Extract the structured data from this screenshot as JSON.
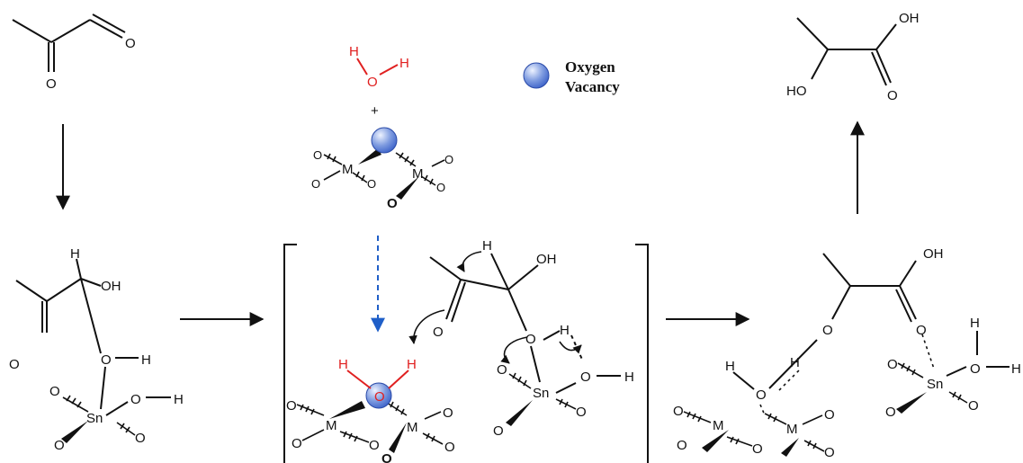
{
  "colors": {
    "bond": "#111111",
    "water": "#e02020",
    "arrow_blue": "#1f5fc8",
    "vacancy_fill": "#3d63c9",
    "vacancy_highlight": "#eef3ff"
  },
  "legend": {
    "line1": "Oxygen",
    "line2": "Vacancy"
  },
  "atoms": {
    "O": "O",
    "H": "H",
    "OH": "OH",
    "HO": "HO",
    "M": "M",
    "Sn": "Sn",
    "plus": "+"
  }
}
